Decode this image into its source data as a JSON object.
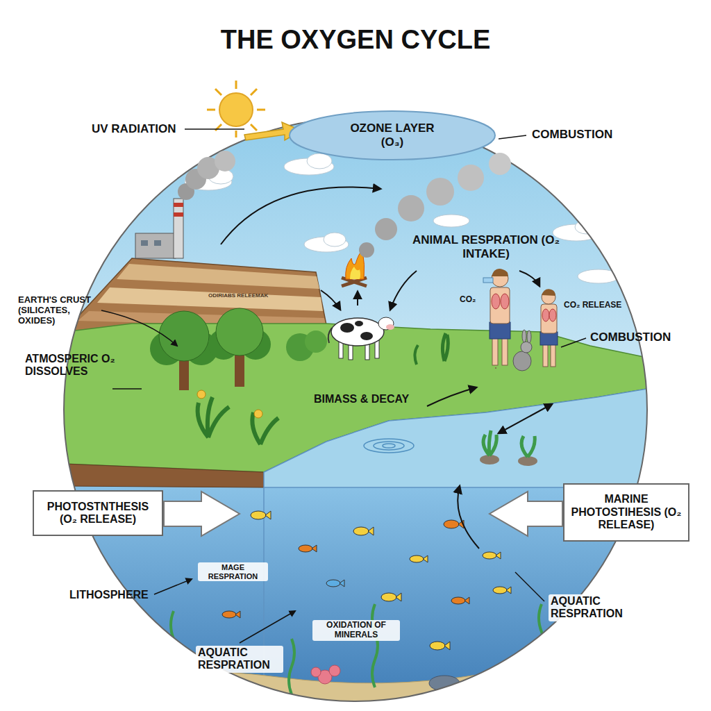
{
  "diagram": {
    "title": "THE OXYGEN CYCLE",
    "nodes": [
      {
        "text": [
          "OZONE LAYER (O₃)"
        ]
      },
      {
        "text": [
          "PHOTOSTNTHESIS (O₂ RELEASE)"
        ]
      },
      {
        "text": [
          "MARINE PHOTOSTIHESIS (O₂ RELEASE)"
        ]
      }
    ],
    "labels": [
      "UV RADIATION",
      "COMBUSTION",
      "ANIMAL RESPRATION (O₂ INTAKE)",
      "ODIRIABS RELEEMAK",
      "CO₂",
      "CO₂ RELEASE",
      "EARTH'S CRUST (SILICATES, OXIDES)",
      "COMBUSTION",
      "ATMOSPERIC O₂ DISSOLVES",
      "BIMASS & DECAY",
      "MAGE RESPRATION",
      "LITHOSPHERE",
      "AQUATIC RESPRATION",
      "OXIDATION OF MINERALS",
      "AQUATIC RESPRATION"
    ]
  }
}
